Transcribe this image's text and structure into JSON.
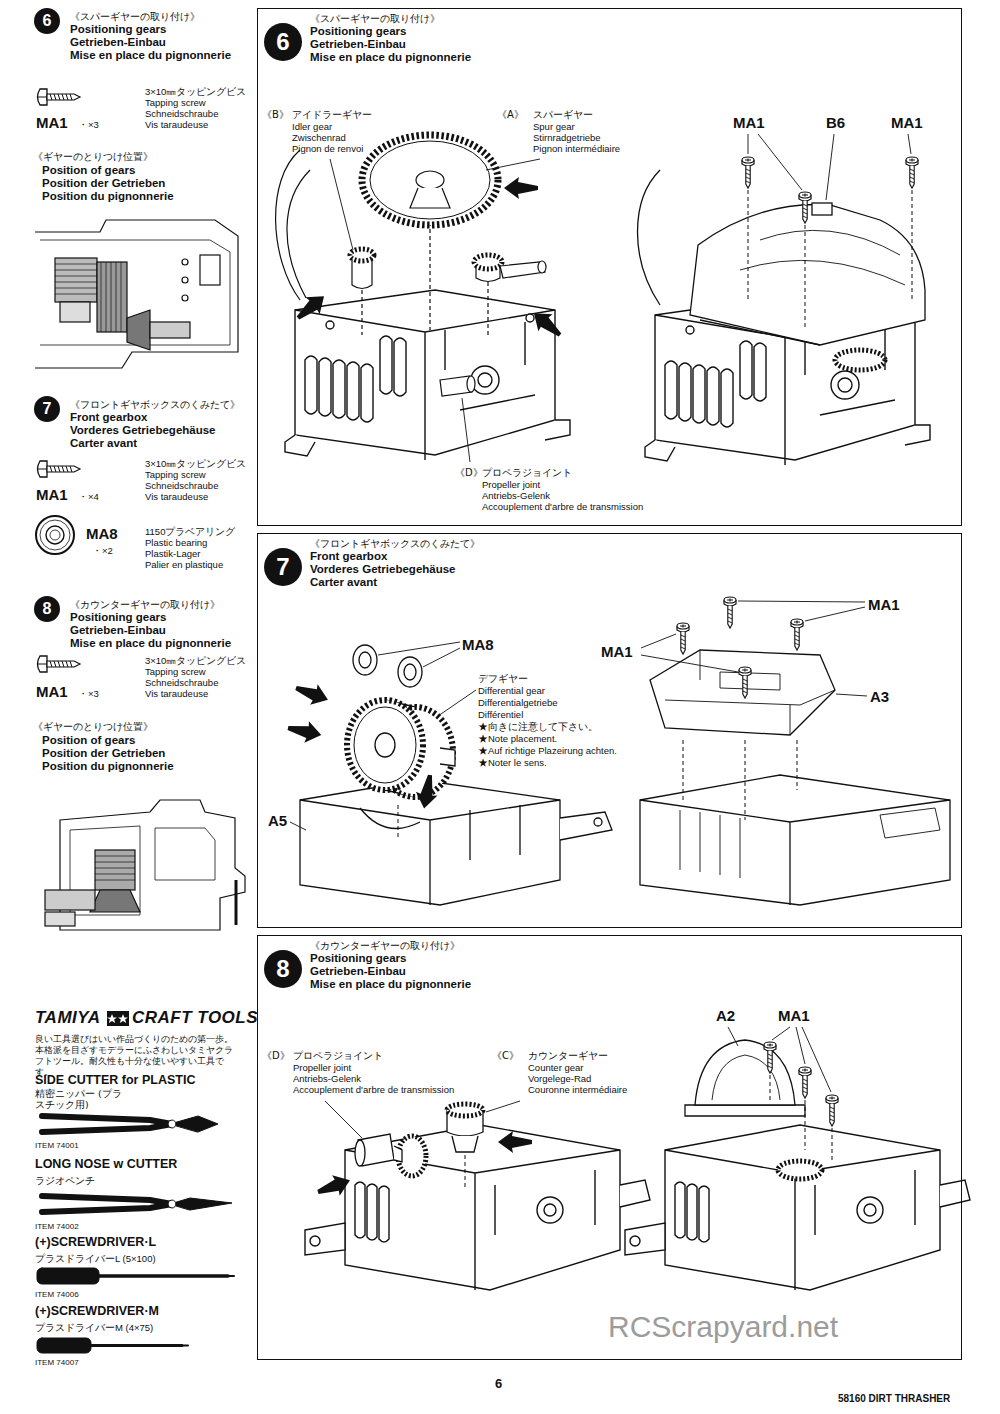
{
  "diagram": {
    "nodes": [
      {
        "text": [
          "6"
        ]
      },
      {
        "text": [
          "7"
        ]
      },
      {
        "text": [
          "8"
        ]
      },
      {
        "text": [
          "《スパーギヤーの取り付け》",
          "Positioning gears",
          "Getrieben-Einbau",
          "Mise en place du pignonnerie"
        ]
      },
      {
        "text": [
          "6"
        ],
        "in": 3
      },
      {
        "text": [
          "《フロントギヤボックスのくみたて》",
          "Front gearbox",
          "Vorderes Getriebegehäuse",
          "Carter avant"
        ]
      },
      {
        "text": [
          "7"
        ],
        "in": 5
      },
      {
        "text": [
          "《カウンターギヤーの取り付け》",
          "Positioning gears",
          "Getrieben-Einbau",
          "Mise en place du pignonnerie"
        ]
      },
      {
        "text": [
          "8"
        ],
        "in": 7
      }
    ],
    "labels": [
      "《スパーギヤーの取り付け》",
      "Positioning gears",
      "Getrieben-Einbau",
      "Mise en place du pignonnerie",
      "3×10㎜タッピングビス",
      "Tapping screw",
      "Schneidschraube",
      "Vis taraudeuse",
      "MA1",
      "・×3",
      "《ギヤーのとりつけ位置》",
      "Position of gears",
      "Position der Getrieben",
      "Position du pignonnerie",
      "《フロントギヤボックスのくみたて》",
      "Front gearbox",
      "Vorderes Getriebegehäuse",
      "Carter avant",
      "3×10㎜タッピングビス",
      "Tapping screw",
      "Schneidschraube",
      "Vis taraudeuse",
      "MA1",
      "・×4",
      "1150プラベアリング",
      "Plastic bearing",
      "Plastik-Lager",
      "Palier en plastique",
      "MA8",
      "・×2",
      "《カウンターギヤーの取り付け》",
      "Positioning gears",
      "Getrieben-Einbau",
      "Mise en place du pignonnerie",
      "3×10㎜タッピングビス",
      "Tapping screw",
      "Schneidschraube",
      "Vis taraudeuse",
      "MA1",
      "・×3",
      "《ギヤーのとりつけ位置》",
      "Position of gears",
      "Position der Getrieben",
      "Position du pignonnerie",
      "TAMIYA",
      "CRAFT TOOLS",
      "良い工具選びはいい作品づくりのための第一歩。本格派を目ざすモデラーにふさわしいタミヤクラフトツール。耐久性も十分な使いやすい工具です。",
      "SIDE CUTTER for PLASTIC",
      "精密ニッパー (プラスチック用)",
      "ITEM 74001",
      "LONG NOSE w CUTTER",
      "ラジオペンチ",
      "ITEM 74002",
      "(+)SCREWDRIVER·L",
      "プラスドライバーL (5×100)",
      "ITEM 74006",
      "(+)SCREWDRIVER·M",
      "プラスドライバーM (4×75)",
      "ITEM 74007",
      "《B》",
      "アイドラーギヤー",
      "Idler gear",
      "Zwischenrad",
      "Pignon de renvoi",
      "《A》",
      "スパーギヤー",
      "Spur gear",
      "Stirnradgetriebe",
      "Pignon intermédiaire",
      "《D》",
      "プロペラジョイント",
      "Propeller joint",
      "Antriebs-Gelenk",
      "Accouplement d'arbre de transmission",
      "MA1",
      "B6",
      "MA1",
      "MA8",
      "デフギヤー",
      "Differential gear",
      "Differentialgetriebe",
      "Différentiel",
      "★向きに注意して下さい。",
      "★Note placement.",
      "★Auf richtige Plazeirung achten.",
      "★Noter le sens.",
      "A5",
      "MA1",
      "MA1",
      "A3",
      "《D》",
      "プロペラジョイント",
      "Propeller joint",
      "Antriebs-Gelenk",
      "Accouplement d'arbre de transmission",
      "《C》",
      "カウンターギヤー",
      "Counter gear",
      "Vorgelege-Rad",
      "Couronne intermédiaire",
      "A2",
      "MA1",
      "6",
      "58160 DIRT THRASHER",
      "RCScrapyard.net"
    ]
  }
}
